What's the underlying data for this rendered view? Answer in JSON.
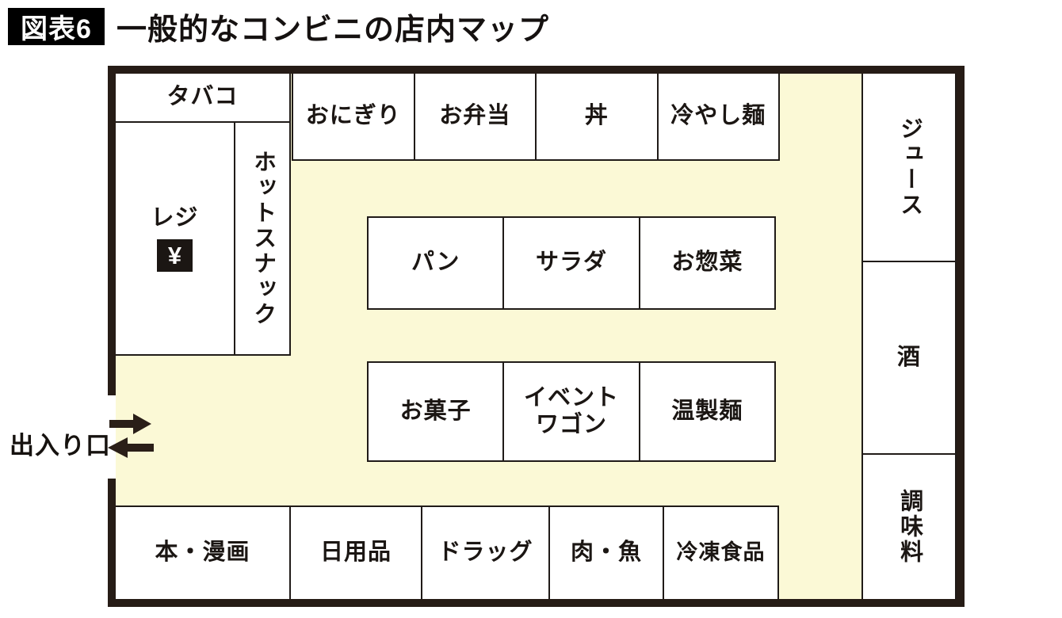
{
  "figure": {
    "badge": "図表6",
    "title": "一般的なコンビニの店内マップ"
  },
  "map": {
    "entrance_label": "出入り口",
    "tobacco": "タバコ",
    "register": {
      "label": "レジ",
      "yen": "¥"
    },
    "hot_snack": "ホットスナック",
    "top_shelves": [
      "おにぎり",
      "お弁当",
      "丼",
      "冷やし麺"
    ],
    "right_shelves": [
      "ジュース",
      "酒",
      "調味料"
    ],
    "island1": [
      "パン",
      "サラダ",
      "お惣菜"
    ],
    "island2": [
      "お菓子",
      "イベント\nワゴン",
      "温製麺"
    ],
    "bottom_shelves": [
      "本・漫画",
      "日用品",
      "ドラッグ",
      "肉・魚",
      "冷凍食品"
    ],
    "colors": {
      "floor": "#FBF9D6",
      "wall": "#261C16",
      "shelf": "#FFFFFF",
      "line": "#201B18",
      "text": "#1B1613",
      "badge_bg": "#000000",
      "badge_text": "#FFFFFF"
    }
  }
}
